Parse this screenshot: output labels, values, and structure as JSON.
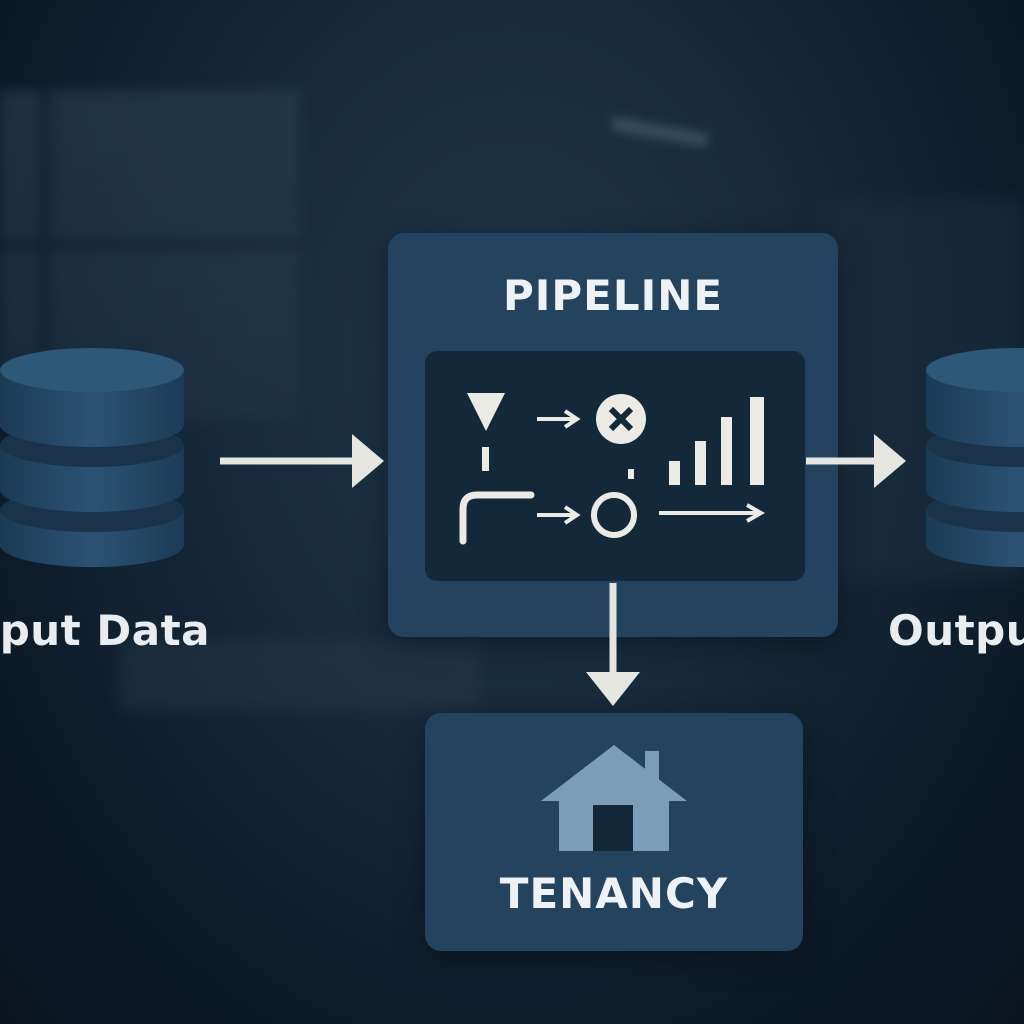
{
  "nodes": {
    "input": {
      "label": "Input Data"
    },
    "pipeline": {
      "title": "PIPELINE"
    },
    "output": {
      "label": "Output"
    },
    "tenancy": {
      "title": "TENANCY"
    }
  },
  "icons": {
    "input": "database-icon",
    "output": "database-icon",
    "pipeline_steps": [
      "filter-icon",
      "close-circle-icon",
      "bar-chart-icon",
      "branch-icon",
      "circle-node-icon"
    ],
    "tenancy": "house-icon"
  },
  "colors": {
    "background": "#0e1d2b",
    "box": "#23435e",
    "inner_panel": "#132838",
    "database": "#264a66",
    "arrow": "#e6e6e1",
    "house": "#7b9db7",
    "text": "#eef2f4"
  }
}
